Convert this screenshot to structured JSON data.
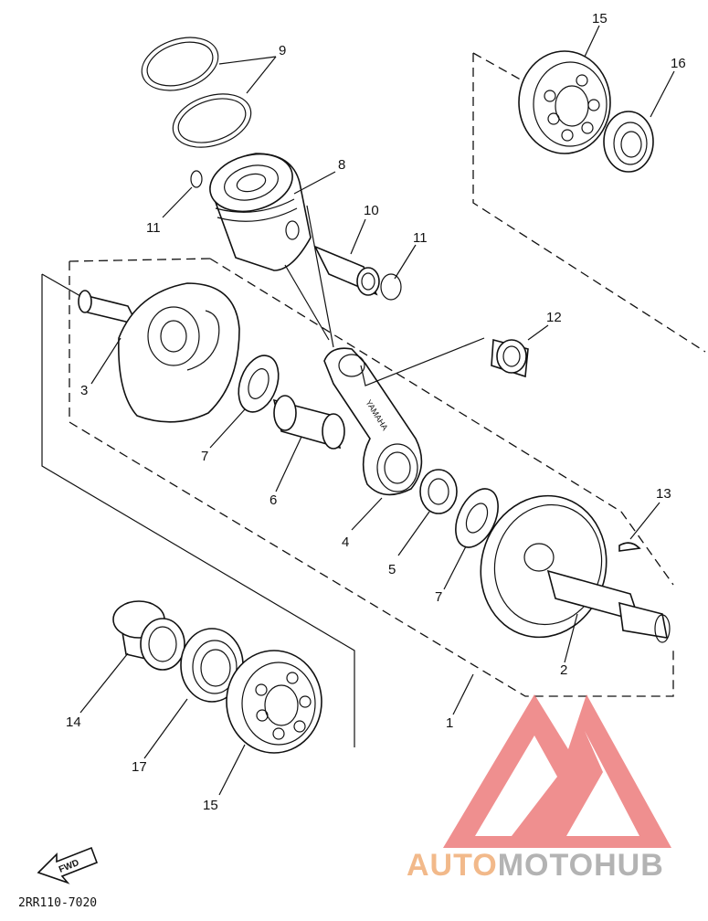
{
  "labels": {
    "n1": "1",
    "n2": "2",
    "n3": "3",
    "n4": "4",
    "n5": "5",
    "n6": "6",
    "n7a": "7",
    "n7b": "7",
    "n8": "8",
    "n9": "9",
    "n10": "10",
    "n11a": "11",
    "n11b": "11",
    "n12": "12",
    "n13": "13",
    "n14": "14",
    "n15a": "15",
    "n15b": "15",
    "n16": "16",
    "n17": "17"
  },
  "rod_stamp": "YAMAHA",
  "fwd_arrow": "FWD",
  "diagram_code": "2RR110-7020",
  "watermark": {
    "part1": "AUTO",
    "part2": "MOTO",
    "part3": "HUB"
  },
  "colors": {
    "watermark_orange": "#f2b98a",
    "watermark_gray": "#b3b3b3",
    "watermark_red": "#ec7b7b"
  },
  "icons": {
    "arrow": "fwd-arrow-icon",
    "logo": "automotohub-logo-icon"
  }
}
